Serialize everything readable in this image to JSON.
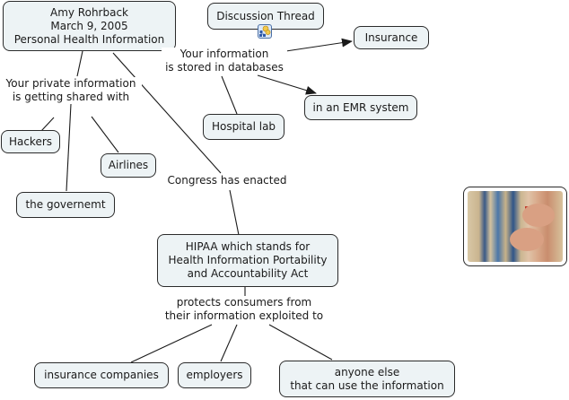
{
  "concept_map": {
    "nodes": {
      "root": "Amy Rohrback\nMarch 9, 2005\nPersonal Health Information",
      "discussion": "Discussion Thread",
      "insurance": "Insurance",
      "emr": "in an EMR system",
      "hospital_lab": "Hospital lab",
      "hackers": "Hackers",
      "airlines": "Airlines",
      "government": "the governemt",
      "hipaa": "HIPAA which stands for\nHealth Information Portability\nand Accountability Act",
      "insurance_companies": "insurance companies",
      "employers": "employers",
      "anyone_else": "anyone else\nthat can use the information"
    },
    "linking_phrases": {
      "stored": "Your information\nis stored in databases",
      "shared": "Your private information\nis getting shared with",
      "congress": "Congress has enacted",
      "protects": "protects consumers from\ntheir information exploited to"
    },
    "icons": {
      "discussion_resource": "discussion-thread-resource-icon",
      "image_node": "medical-records-photo"
    },
    "colors": {
      "node_fill": "#edf3f5",
      "node_border": "#2b2b2b",
      "link": "#1a1a1a"
    }
  }
}
